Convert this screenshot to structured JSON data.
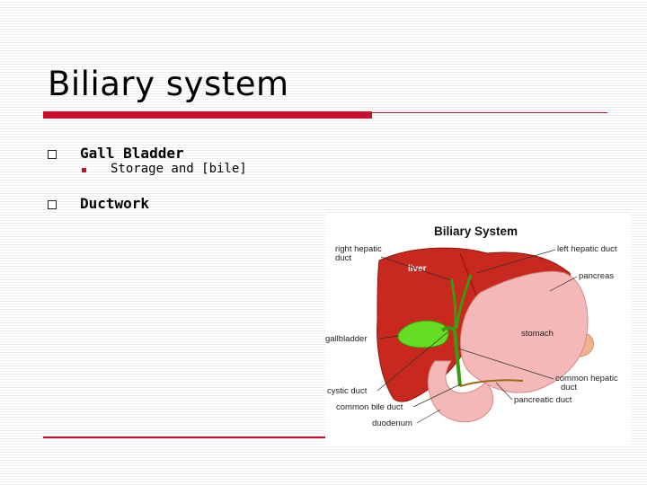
{
  "slide": {
    "title": "Biliary system",
    "bullets": [
      {
        "text": "Gall Bladder",
        "sub": [
          "Storage and [bile]"
        ]
      },
      {
        "text": "Ductwork"
      }
    ]
  },
  "figure": {
    "title": "Biliary System",
    "labels": {
      "right_hepatic_1": "right hepatic",
      "right_hepatic_2": "duct",
      "left_hepatic": "left hepatic duct",
      "liver": "liver",
      "pancreas": "pancreas",
      "gallbladder": "gallbladder",
      "stomach": "stomach",
      "common_hepatic_1": "common hepatic",
      "common_hepatic_2": "duct",
      "cystic": "cystic duct",
      "pancreatic": "pancreatic duct",
      "common_bile": "common bile duct",
      "duodenum": "duodenum"
    },
    "colors": {
      "liver": "#c8281e",
      "stomach": "#f4b8b8",
      "pancreas": "#f0b48c",
      "gallbladder": "#66dd22",
      "accent": "#c8102e"
    }
  }
}
